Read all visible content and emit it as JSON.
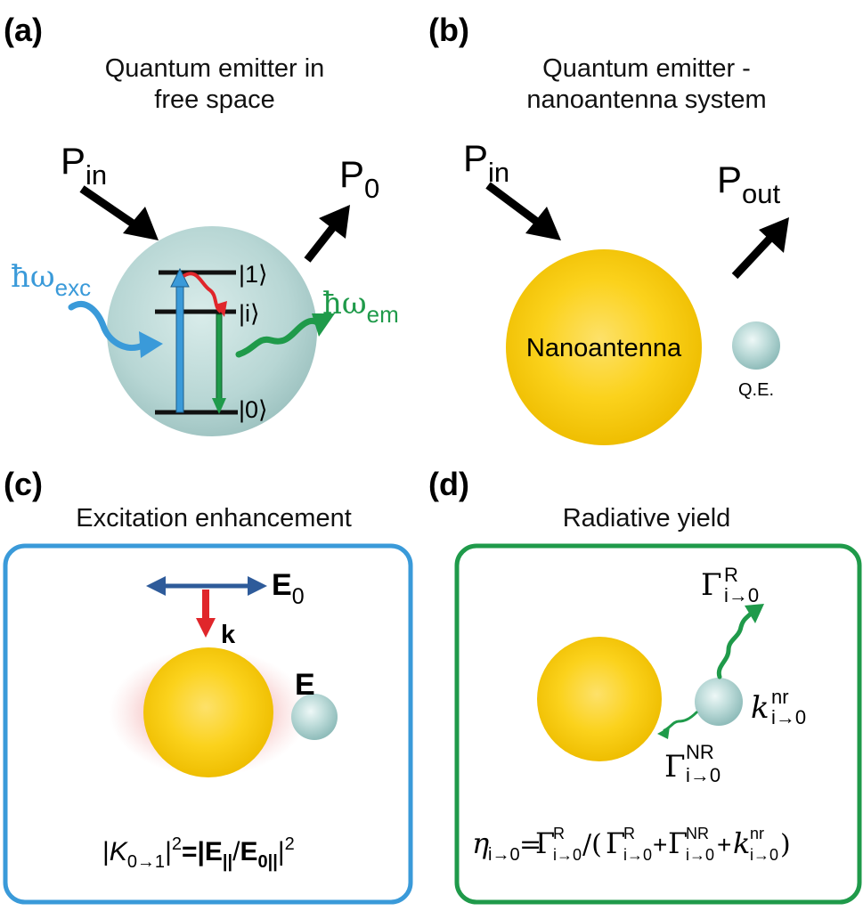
{
  "panels": {
    "a": {
      "label": "(a)",
      "title_line1": "Quantum emitter in",
      "title_line2": "free space",
      "p_in": {
        "main": "P",
        "sub": "in"
      },
      "p_out": {
        "main": "P",
        "sub": "0"
      },
      "excitation": {
        "main": "ħω",
        "sub": "exc"
      },
      "emission": {
        "main": "ħω",
        "sub": "em"
      },
      "level_1": "|1⟩",
      "level_i": "|i⟩",
      "level_0": "|0⟩"
    },
    "b": {
      "label": "(b)",
      "title_line1": "Quantum emitter -",
      "title_line2": "nanoantenna system",
      "p_in": {
        "main": "P",
        "sub": "in"
      },
      "p_out": {
        "main": "P",
        "sub": "out"
      },
      "nanoantenna": "Nanoantenna",
      "qe": "Q.E."
    },
    "c": {
      "label": "(c)",
      "title": "Excitation enhancement",
      "e0": {
        "main": "E",
        "sub": "0"
      },
      "k": "k",
      "e": "E",
      "formula": {
        "bar_open": "|",
        "K": "K",
        "K_sub": "0→1",
        "bar_close": "|",
        "sq1": "2",
        "eq_bar": "=|",
        "E1": "E",
        "E1_sub": "||",
        "slash": "/",
        "E2": "E",
        "E2_sub": "0||",
        "bar_end": "|",
        "sq2": "2"
      }
    },
    "d": {
      "label": "(d)",
      "title": "Radiative yield",
      "gamma_r": {
        "main": "Γ",
        "sup": "R",
        "sub": "i→0"
      },
      "k_nr": {
        "main": "k",
        "sup": "nr",
        "sub": "i→0"
      },
      "gamma_nr": {
        "main": "Γ",
        "sup": "NR",
        "sub": "i→0"
      },
      "formula": {
        "eta": "η",
        "eta_sub": "i→0",
        "eq": "=",
        "g1": "Γ",
        "g1_sup": "R",
        "g1_sub": "i→0",
        "slash_open": "/(",
        "g2": "Γ",
        "g2_sup": "R",
        "g2_sub": "i→0",
        "plus1": "+",
        "g3": "Γ",
        "g3_sup": "NR",
        "g3_sub": "i→0",
        "plus2": "+",
        "k": "k",
        "k_sup": "nr",
        "k_sub": "i→0",
        "close": ")"
      }
    }
  },
  "colors": {
    "blue": "#3a9ad9",
    "green": "#1f9a4a",
    "red": "#e0262b",
    "navy": "#2e5b9a",
    "gold": "#f7c600",
    "qe_sphere": "#b6d8d6"
  }
}
